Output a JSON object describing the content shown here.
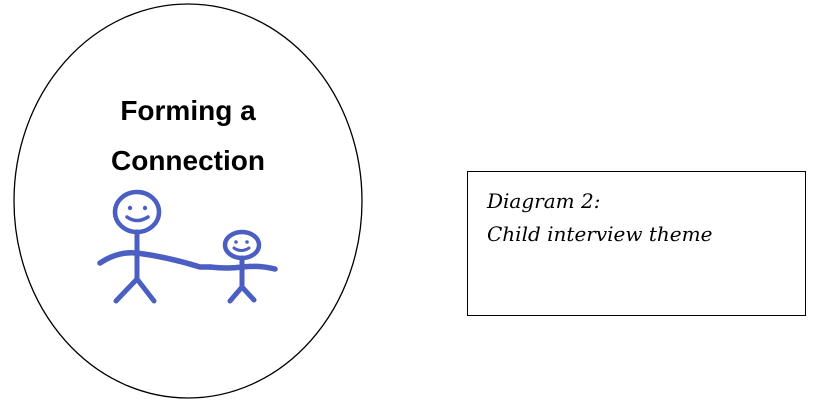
{
  "circle": {
    "title_line_1": "Forming a",
    "title_line_2": "Connection",
    "illustration": "adult-and-child-holding-hands-icon",
    "figure_color": "#4a5fc1"
  },
  "caption": {
    "line_1": "Diagram 2:",
    "line_2": "Child interview theme"
  }
}
